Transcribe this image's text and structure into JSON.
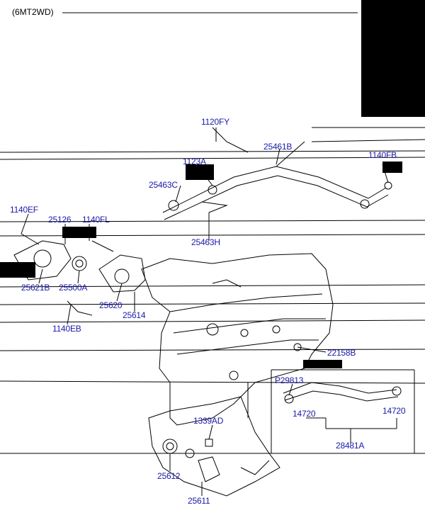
{
  "header": {
    "variant": "(6MT2WD)"
  },
  "labels": {
    "l1120FY": "1120FY",
    "l25461B": "25461B",
    "l1123A": "1123A",
    "l1140FB": "1140FB",
    "l25463C": "25463C",
    "l1140EF": "1140EF",
    "l25126": "25126",
    "l1140FL": "1140FL",
    "l25463H": "25463H",
    "l25621B": "25621B",
    "l25500A": "25500A",
    "l25620": "25620",
    "l25614": "25614",
    "l1140EB": "1140EB",
    "l22158B": "22158B",
    "lP29813": "P29813",
    "l14720a": "14720",
    "l14720b": "14720",
    "l1339AD": "1339AD",
    "l28481A": "28481A",
    "l25612": "25612",
    "l25611": "25611"
  },
  "colors": {
    "label": "#1a1aa8",
    "line": "#000000"
  }
}
